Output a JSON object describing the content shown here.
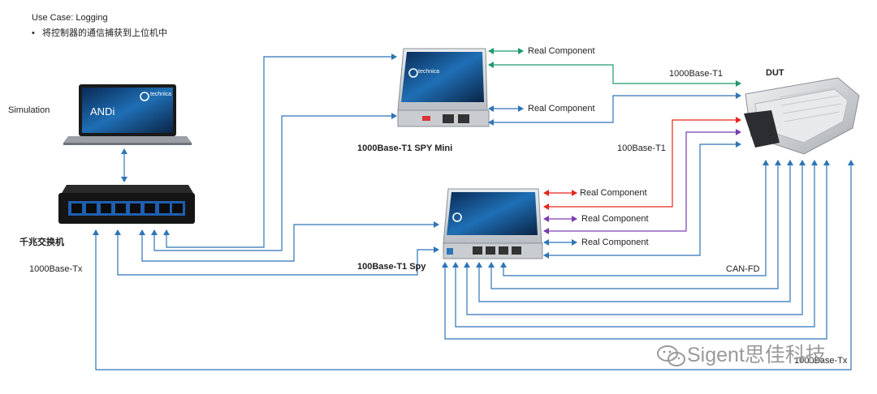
{
  "header": {
    "title": "Use Case: Logging",
    "bullet_mark": "•",
    "bullet_text": "将控制器的通信捕获到上位机中"
  },
  "nodes": {
    "simulation": "Simulation",
    "laptop_brand": "ANDi",
    "laptop_logo": "technica",
    "switch": "千兆交换机",
    "spy_mini": "1000Base-T1 SPY Mini",
    "spy": "100Base-T1  Spy",
    "dut": "DUT",
    "device_logo": "technica"
  },
  "links": {
    "base_tx_left": "1000Base-Tx",
    "base_tx_bottom": "1000Base-Tx",
    "t1_1000": "1000Base-T1",
    "t1_100": "100Base-T1",
    "canfd": "CAN-FD",
    "real_components": [
      "Real Component",
      "Real Component",
      "Real Component",
      "Real Component",
      "Real Component"
    ]
  },
  "colors": {
    "blue_line": "#2e75b6",
    "green_line": "#1d9a6c",
    "red_line": "#e8261c",
    "purple_line": "#7a3db0"
  },
  "watermark": "Sigent思佳科技"
}
